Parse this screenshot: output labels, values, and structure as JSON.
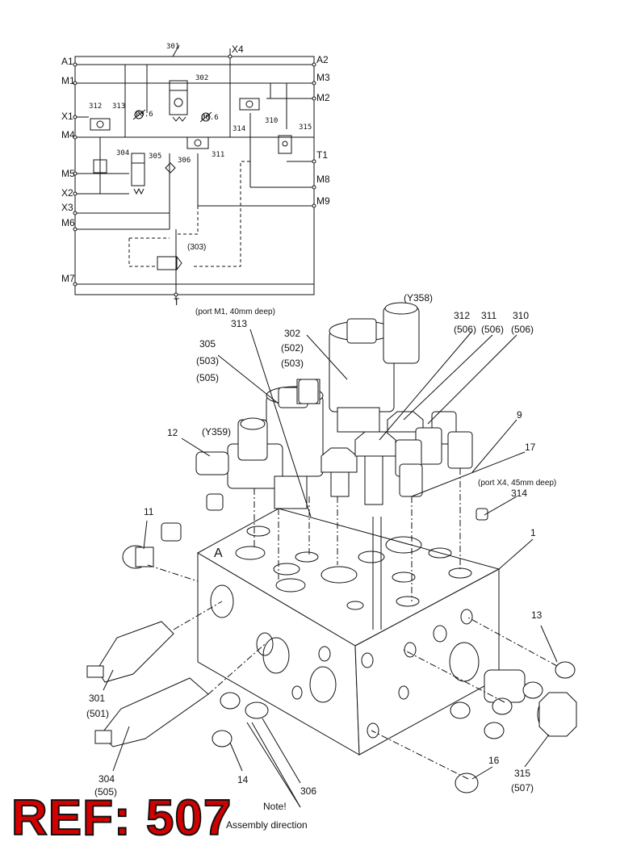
{
  "schematic": {
    "ports_left": [
      "A1",
      "M1",
      "X1",
      "M4",
      "M5",
      "X2",
      "X3",
      "M6",
      "M7"
    ],
    "ports_right": [
      "A2",
      "M3",
      "M2",
      "T1",
      "M8",
      "M9"
    ],
    "port_top": "X4",
    "port_bottom": "T",
    "components": [
      "301",
      "302",
      "312",
      "313",
      "314",
      "310",
      "315",
      "304",
      "305",
      "306",
      "311",
      "(303)"
    ],
    "orifice_a": "Ø0.6",
    "orifice_b": "Ø0.6"
  },
  "callouts": {
    "y358": "(Y358)",
    "port_m1": "(port M1, 40mm deep)",
    "c313": "313",
    "c312": "312",
    "c311": "311",
    "c310": "310",
    "c312s": "(506)",
    "c311s": "(506)",
    "c310s": "(506)",
    "c302": "302",
    "c302a": "(502)",
    "c302b": "(503)",
    "c305": "305",
    "c305a": "(503)",
    "c305b": "(505)",
    "c9": "9",
    "c17": "17",
    "c12": "12",
    "y359": "(Y359)",
    "port_x4": "(port X4, 45mm deep)",
    "c314": "314",
    "c11": "11",
    "c1": "1",
    "c13": "13",
    "c301": "301",
    "c301a": "(501)",
    "c304": "304",
    "c304a": "(505)",
    "c14": "14",
    "c306": "306",
    "c16": "16",
    "c315": "315",
    "c315a": "(507)"
  },
  "note": {
    "title": "Note!",
    "text": "Assembly direction"
  },
  "ref": "REF: 507"
}
